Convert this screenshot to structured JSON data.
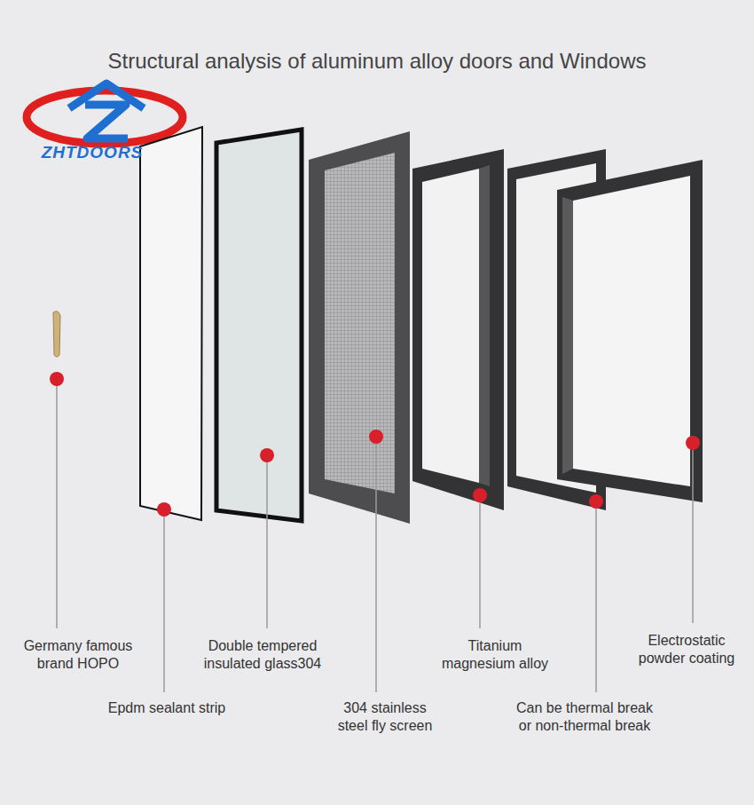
{
  "diagram": {
    "title": "Structural analysis of aluminum alloy doors and Windows",
    "labels": [
      "ZHTDOORS",
      "Germany famous brand HOPO",
      "Epdm sealant strip",
      "Double tempered insulated glass304",
      "304 stainless steel fly screen",
      "Titanium magnesium alloy",
      "Can be thermal break or non-thermal break",
      "Electrostatic powder coating"
    ]
  }
}
